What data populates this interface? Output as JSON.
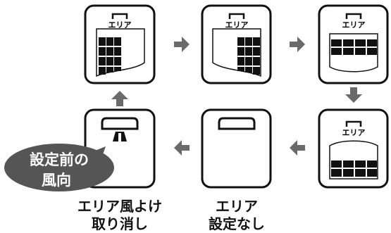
{
  "panels": {
    "area_label": "エリア"
  },
  "captions": {
    "undo_line1": "エリア風よけ",
    "undo_line2": "取り消し",
    "none_line1": "エリア",
    "none_line2": "設定なし"
  },
  "bubble": {
    "line1": "設定前の",
    "line2": "風向"
  },
  "colors": {
    "outline": "#111111",
    "arrow": "#6a6a6a",
    "grid_fill": "#111111",
    "bubble_bg": "#555555",
    "bubble_text": "#ffffff"
  }
}
